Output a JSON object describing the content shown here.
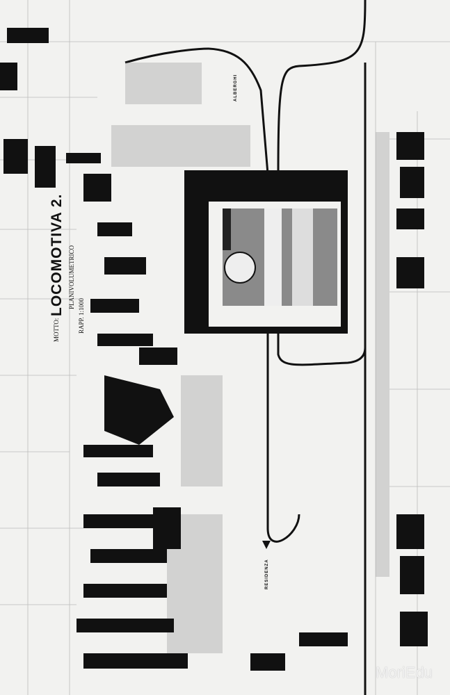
{
  "plan": {
    "title": "LOCOMOTIVA 2.",
    "motto_label": "MOTTO:",
    "subtitle": "PLANIVOLUMETRICO",
    "scale": "RAPP. 1:1000"
  },
  "labels": {
    "north_area": "ALBERGHI",
    "south_area": "RESIDENZA"
  },
  "watermark": "MoriEdu",
  "colors": {
    "paper": "#f2f2f0",
    "ink": "#111111",
    "grey": "#8a8a8a"
  }
}
